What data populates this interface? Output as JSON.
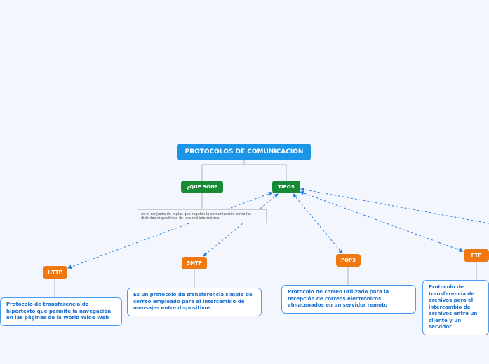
{
  "root": {
    "label": "PROTOCOLOS DE COMUNICACION",
    "color": "#1b95e8"
  },
  "que_son": {
    "label": "¿QUE SON?",
    "description": "es el conjunto de reglas que regulan la comunicación entre los distintos dispositivos de una red informática."
  },
  "tipos": {
    "label": "TIPOS"
  },
  "types": [
    {
      "label": "HTTP",
      "description": "Protocolo de transferencia de hipertexto que permite la navegación en las páginas de la World Wide Web"
    },
    {
      "label": "SMTP",
      "description": "Es un protocolo de transferencia simple de correo empleado para el intercambio de mensajes entre dispositivos"
    },
    {
      "label": "POP3",
      "description": "Protocolo de correo utilizado para la recepción de correos electrónicos almacenados en un servidor remoto"
    },
    {
      "label": "FTP",
      "description": "Protocolo de transferencia de archivos para el intercambio de archivos entre un cliente y un servidor"
    }
  ],
  "colors": {
    "green": "#178a35",
    "orange": "#ef7810",
    "link": "#1a6fd0"
  }
}
